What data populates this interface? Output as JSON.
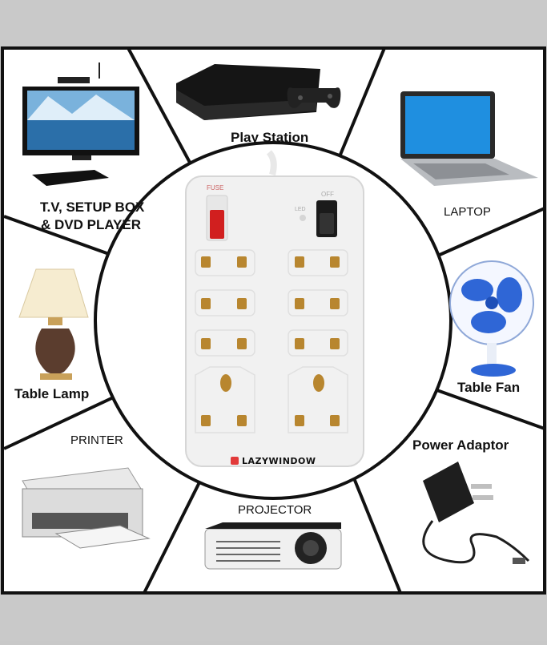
{
  "labels": {
    "play_station": "Play Station",
    "tv_line1": "T.V, SETUP BOX",
    "tv_line2": "& DVD PLAYER",
    "laptop": "LAPTOP",
    "table_lamp": "Table Lamp",
    "table_fan": "Table Fan",
    "printer": "PRINTER",
    "power_adaptor": "Power Adaptor",
    "projector": "PROJECTOR"
  },
  "strip": {
    "fuse_label": "FUSE",
    "led_label": "LED",
    "switch_label": "OFF",
    "brand": "LAZYWINDOW"
  },
  "colors": {
    "fuse_red": "#d11f1f",
    "socket_brass": "#b8862f",
    "fan_blue": "#2f66d6",
    "laptop_screen": "#1f8fe0"
  }
}
